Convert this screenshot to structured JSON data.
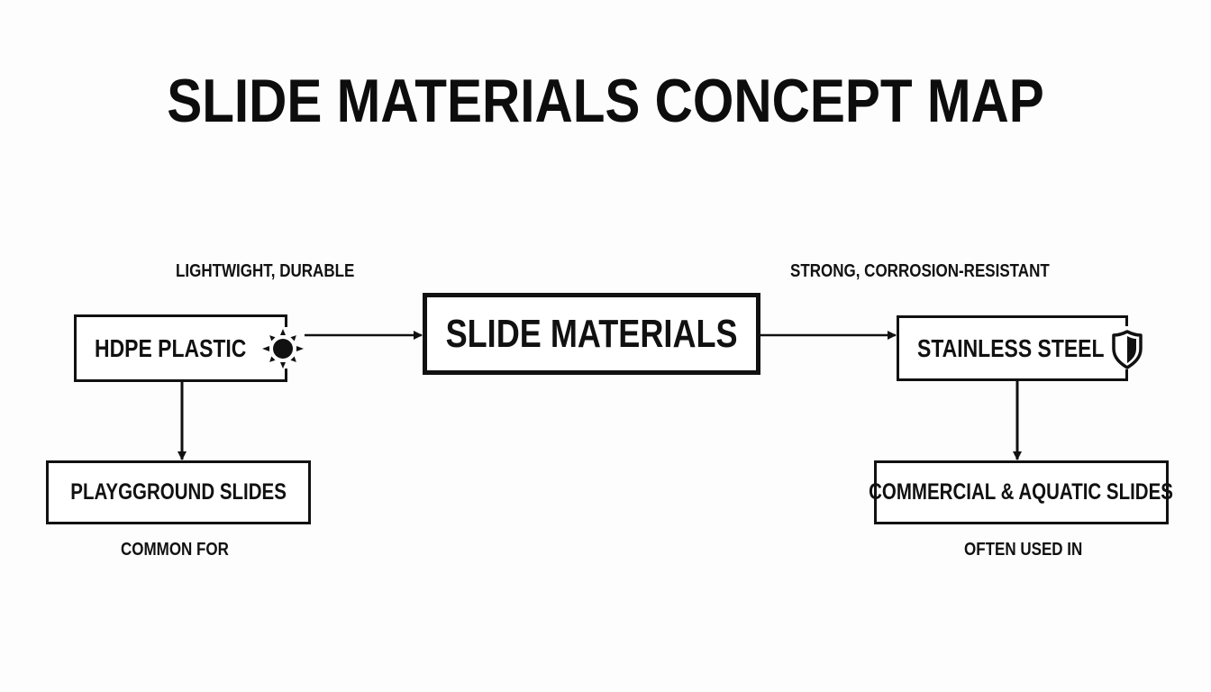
{
  "title": "SLIDE MATERIALS CONCEPT MAP",
  "nodes": {
    "center": {
      "label": "SLIDE MATERIALS"
    },
    "hdpe": {
      "label": "HDPE PLASTIC",
      "icon": "sun-icon",
      "note": "LIGHTWIGHT, DURABLE"
    },
    "steel": {
      "label": "STAINLESS STEEL",
      "icon": "shield-icon",
      "note": "STRONG, CORROSION-RESISTANT"
    },
    "playground": {
      "label": "PLAYGGROUND SLIDES",
      "note": "COMMON FOR"
    },
    "commercial": {
      "label": "COMMERCIAL & AQUATIC SLIDES",
      "note": "OFTEN USED IN"
    }
  },
  "edges": [
    {
      "from": "hdpe",
      "to": "center"
    },
    {
      "from": "center",
      "to": "steel"
    },
    {
      "from": "hdpe",
      "to": "playground"
    },
    {
      "from": "steel",
      "to": "commercial"
    }
  ],
  "colors": {
    "line": "#111111",
    "background": "#fdfdfd"
  }
}
